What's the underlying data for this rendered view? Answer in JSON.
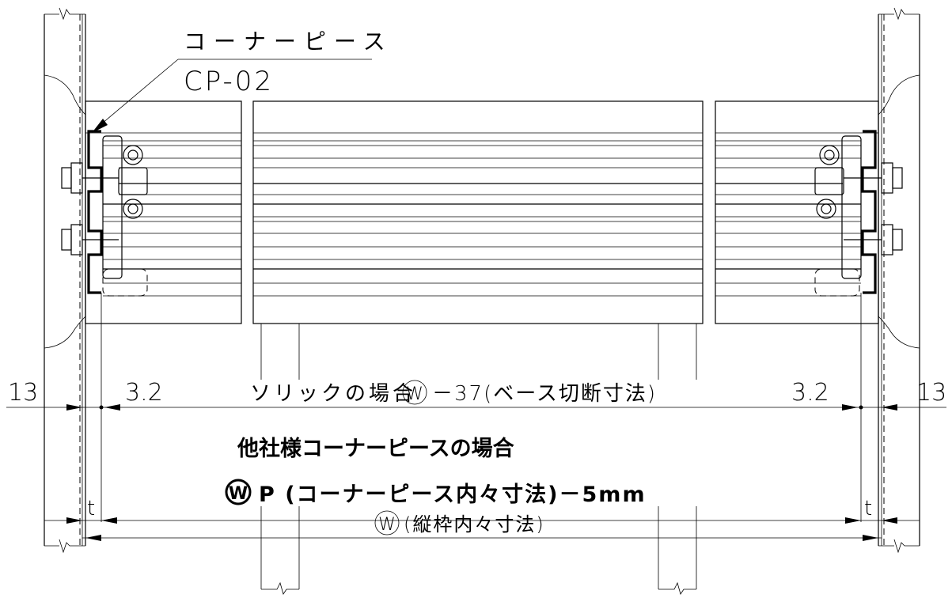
{
  "callout": {
    "label": "コーナーピース",
    "part_code": "CP-02"
  },
  "dimensions": {
    "left_gap": "13",
    "right_gap": "13",
    "left_offset": "3.2",
    "right_offset": "3.2",
    "cut_circle": "W",
    "cut_text": "－37(ベース切断寸法)",
    "cut_prefix": "ソリックの場合",
    "left_t": "t",
    "right_t": "t",
    "inner_circle": "W",
    "inner_text": "(縦枠内々寸法)"
  },
  "note": {
    "title": "他社様コーナーピースの場合",
    "formula_circle": "W",
    "formula_text": "P (コーナーピース内々寸法)－5mm"
  }
}
